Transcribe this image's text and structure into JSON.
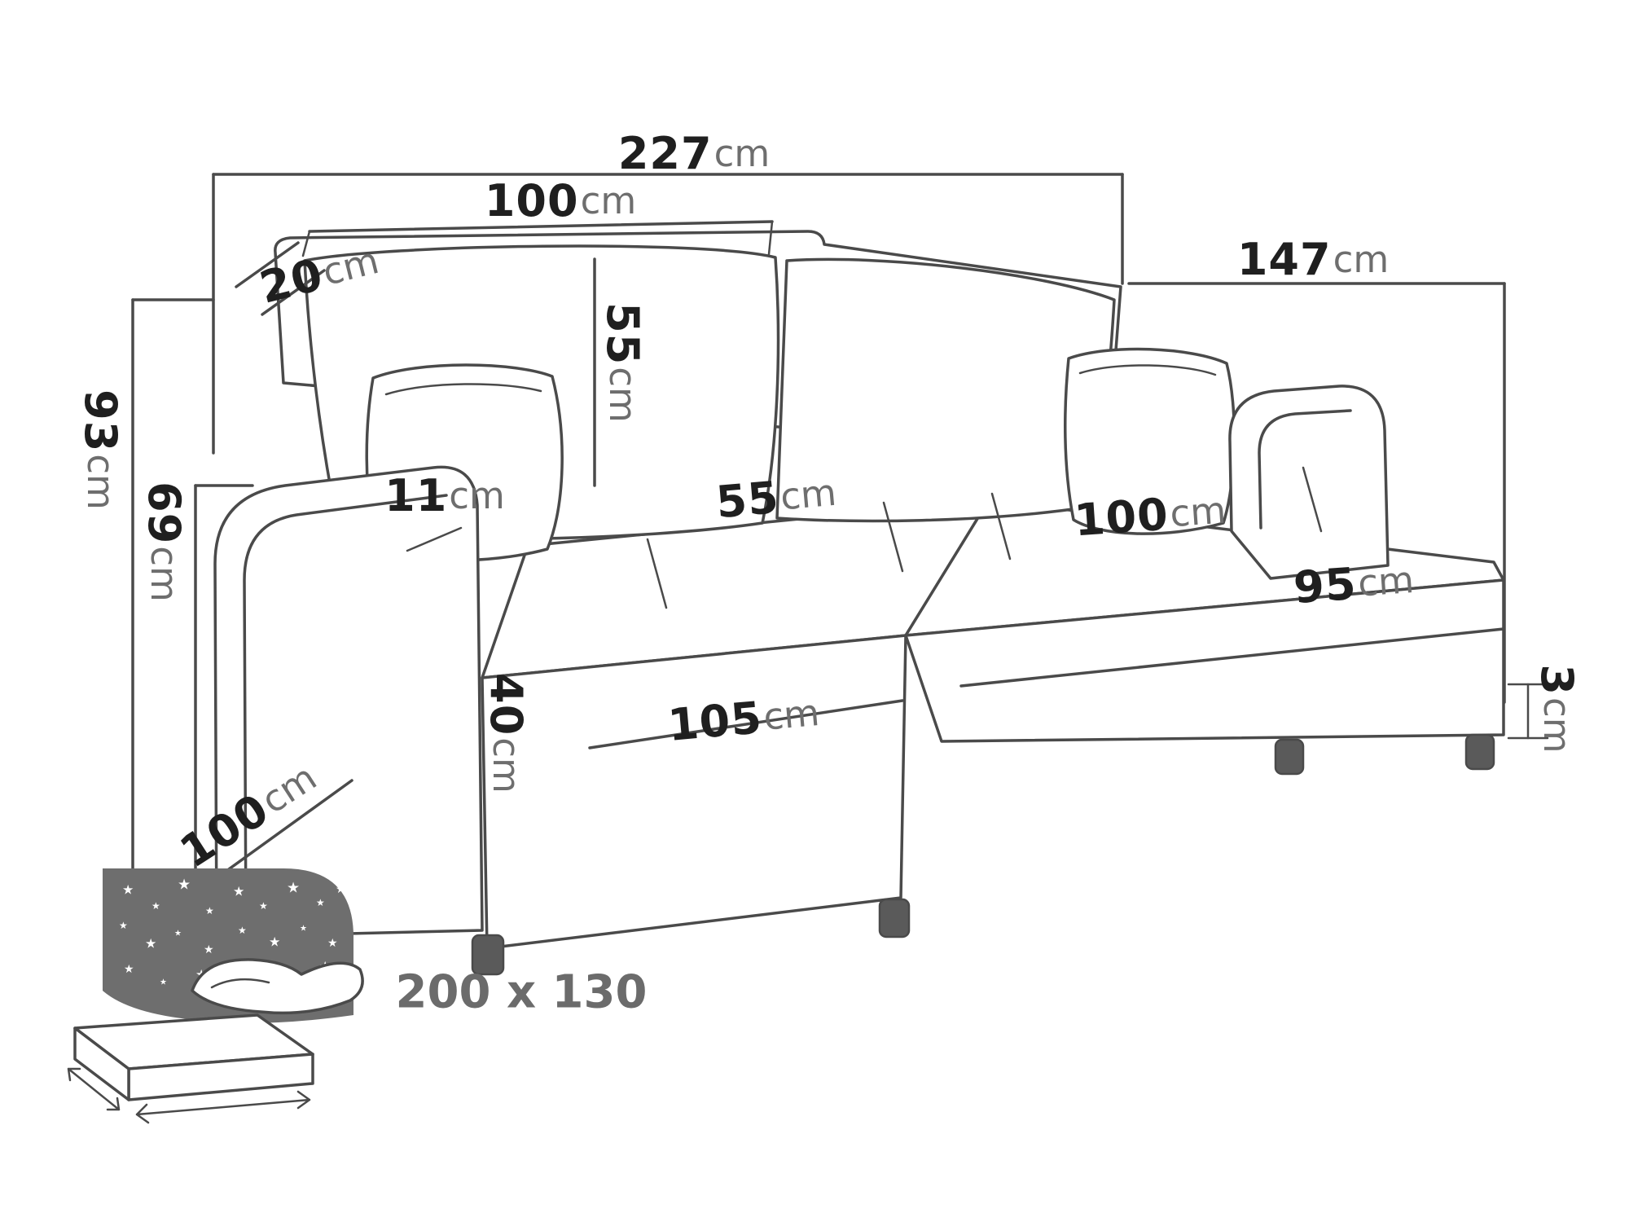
{
  "diagram": {
    "colors": {
      "line": "#4a4a4a",
      "number_text": "#1f1f1f",
      "unit_text": "#6e6e6e",
      "icon_dark": "#6e6e6e",
      "background": "#ffffff"
    },
    "icons": {
      "star": "★"
    },
    "dims": {
      "overall_width": {
        "value": "227",
        "unit": "cm"
      },
      "backrest_width": {
        "value": "100",
        "unit": "cm"
      },
      "back_thickness": {
        "value": "20",
        "unit": "cm"
      },
      "chaise_depth": {
        "value": "147",
        "unit": "cm"
      },
      "overall_height": {
        "value": "93",
        "unit": "cm"
      },
      "armrest_height": {
        "value": "69",
        "unit": "cm"
      },
      "back_cushion_height": {
        "value": "55",
        "unit": "cm"
      },
      "armrest_width": {
        "value": "11",
        "unit": "cm"
      },
      "seat_depth": {
        "value": "55",
        "unit": "cm"
      },
      "chaise_cushion_width": {
        "value": "100",
        "unit": "cm"
      },
      "chaise_length": {
        "value": "95",
        "unit": "cm"
      },
      "seat_height": {
        "value": "40",
        "unit": "cm"
      },
      "seat_width": {
        "value": "105",
        "unit": "cm"
      },
      "side_depth": {
        "value": "100",
        "unit": "cm"
      },
      "leg_height": {
        "value": "3",
        "unit": "cm"
      }
    },
    "sleeping_area": {
      "label": "200 x 130"
    }
  }
}
